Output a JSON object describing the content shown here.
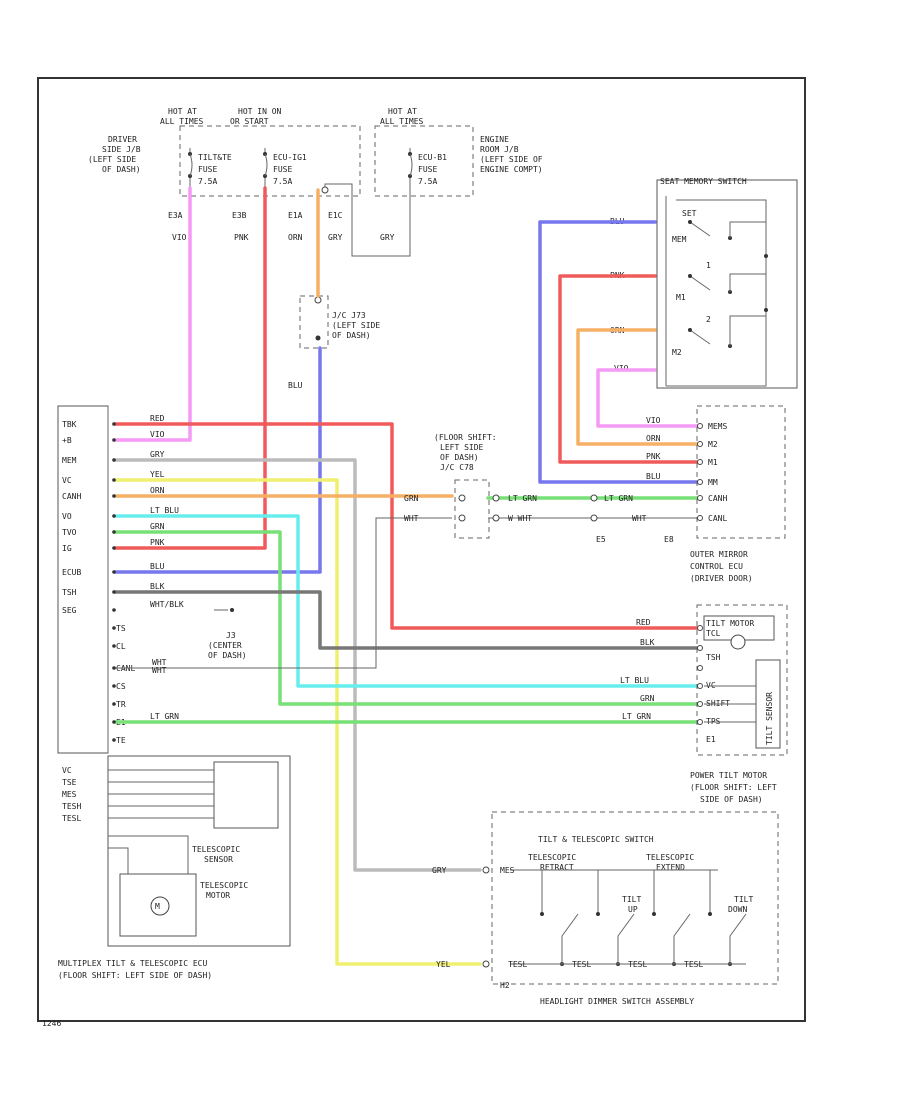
{
  "diagram_id": "1246",
  "fuse_block": {
    "hot_labels": [
      {
        "id": "hot1",
        "lines": [
          "HOT AT",
          "ALL TIMES"
        ]
      },
      {
        "id": "hot2",
        "lines": [
          "HOT IN ON",
          "OR START"
        ]
      },
      {
        "id": "hot3",
        "lines": [
          "HOT AT",
          "ALL TIMES"
        ]
      }
    ],
    "fuses": [
      {
        "id": "f1",
        "lines": [
          "TILT&TE",
          "FUSE",
          "7.5A"
        ]
      },
      {
        "id": "f2",
        "lines": [
          "ECU-IG1",
          "FUSE",
          "7.5A"
        ]
      },
      {
        "id": "f3",
        "lines": [
          "ECU-B1",
          "FUSE",
          "7.5A"
        ]
      }
    ],
    "driver_side_jb": [
      "DRIVER",
      "SIDE J/B",
      "(LEFT SIDE",
      "OF DASH)"
    ],
    "engine_jb": [
      "ENGINE",
      "ROOM J/B",
      "(LEFT SIDE OF",
      "ENGINE COMPT)"
    ]
  },
  "feed_wires": [
    {
      "id": "w_vio",
      "pin": "E3A",
      "color": "VIO"
    },
    {
      "id": "w_pnk",
      "pin": "E3B",
      "color": "PNK"
    },
    {
      "id": "w_orn",
      "pin": "E1A",
      "color": "ORN"
    },
    {
      "id": "w_gry",
      "pin": "E1C",
      "color": "GRY"
    },
    {
      "id": "w_gry2",
      "color": "GRY"
    }
  ],
  "junction": {
    "name": "J/C J73",
    "lines": [
      "(LEFT SIDE",
      "OF DASH)"
    ],
    "out_color": "BLU"
  },
  "memory_switch": {
    "title": "SEAT MEMORY SWITCH",
    "labels": [
      "SET",
      "MEM",
      "M1",
      "M2"
    ],
    "numbers": [
      "1",
      "2"
    ],
    "wire_colors": [
      "BLU",
      "PNK",
      "ORN",
      "VIO"
    ]
  },
  "ecu_pins": [
    "TBK",
    "+B",
    "MEM",
    "VC",
    "CANH",
    "VO",
    "TVO",
    "IG",
    "ECUB",
    "TSH",
    "SEG",
    "TS",
    "CL",
    "CANL",
    "CS",
    "TR",
    "E1",
    "TE",
    "VC",
    "TSE",
    "MES",
    "TESH",
    "TESL"
  ],
  "ecu_wire_labels": [
    "RED",
    "VIO",
    "GRY",
    "YEL",
    "ORN",
    "LT BLU",
    "GRN",
    "PNK",
    "BLU",
    "BLK",
    "WHT/BLK",
    "WHT",
    "LT GRN"
  ],
  "ecu_name": [
    "MULTIPLEX TILT & TELESCOPIC ECU",
    "(FLOOR SHIFT: LEFT SIDE OF DASH)"
  ],
  "telescopic_sensor": [
    "TELESCOPIC",
    "SENSOR"
  ],
  "telescopic_motor": [
    "TELESCOPIC",
    "MOTOR"
  ],
  "motor_symbol": "M",
  "floor_shift_jc": [
    "(FLOOR SHIFT:",
    "LEFT SIDE",
    "OF DASH)",
    "J/C C78"
  ],
  "can_wires": [
    {
      "id": "c1",
      "left": "GRN",
      "right": "LT GRN",
      "after": "LT GRN"
    },
    {
      "id": "c2",
      "left": "WHT",
      "right": "W WHT",
      "after": "WHT"
    }
  ],
  "mirror_ecu": {
    "pins": [
      "MEMS",
      "M2",
      "M1",
      "MM",
      "CANH",
      "CANL"
    ],
    "wires": [
      "VIO",
      "ORN",
      "PNK",
      "BLU",
      "GRN",
      "WHT"
    ],
    "pin_codes": [
      "E5",
      "E8"
    ],
    "name": [
      "OUTER MIRROR",
      "CONTROL ECU",
      "(DRIVER DOOR)"
    ]
  },
  "center_dash": {
    "name": "J3",
    "lines": [
      "(CENTER",
      "OF DASH)"
    ],
    "wire": "WHT"
  },
  "tilt_switch": {
    "title": "POWER TILT MOTOR",
    "sub": [
      "(FLOOR SHIFT: LEFT",
      "SIDE OF DASH)"
    ],
    "inner": "TILT MOTOR",
    "sensor": "TILT SENSOR",
    "pins": [
      "TCL",
      "TSH",
      "VC",
      "SHIFT",
      "TPS",
      "E1"
    ],
    "wires": [
      "RED",
      "BLK",
      "LT BLU",
      "GRN",
      "GRN",
      "LT GRN"
    ]
  },
  "headlight_switch": {
    "title": "TILT & TELESCOPIC SWITCH",
    "groups": [
      "TELESCOPIC",
      "TELESCOPIC"
    ],
    "subgroups": [
      "RETRACT",
      "EXTEND"
    ],
    "tilt_labels": [
      "TILT",
      "UP",
      "TILT",
      "DOWN"
    ],
    "bottom": [
      "TESL",
      "TESL",
      "TESL",
      "TESL"
    ],
    "in_labels": [
      "GRY",
      "YEL"
    ],
    "in_pin": "MES",
    "code": "H2",
    "name": "HEADLIGHT DIMMER SWITCH ASSEMBLY"
  }
}
